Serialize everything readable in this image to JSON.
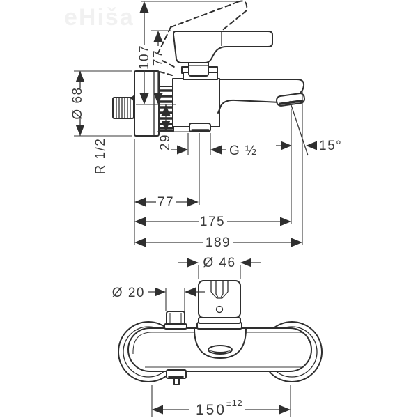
{
  "watermark": {
    "text": "eHiša"
  },
  "side_view": {
    "dim_107": "107",
    "dim_77_vertical": "77",
    "dim_diameter_68": "Ø 68",
    "thread_wall": "R 1/2",
    "dim_29": "29",
    "thread_shower_outlet": "G ½",
    "dim_angle": "15°",
    "dim_77_horizontal": "77",
    "dim_175": "175",
    "dim_189": "189"
  },
  "front_view": {
    "dim_diameter_46": "Ø 46",
    "dim_diameter_20": "Ø 20",
    "dim_150": "150",
    "tolerance_150": "±12"
  },
  "colors": {
    "line": "#2e2e2e",
    "dimension": "#3a3a3a",
    "background": "#ffffff",
    "watermark_gray": "#ebebeb"
  }
}
